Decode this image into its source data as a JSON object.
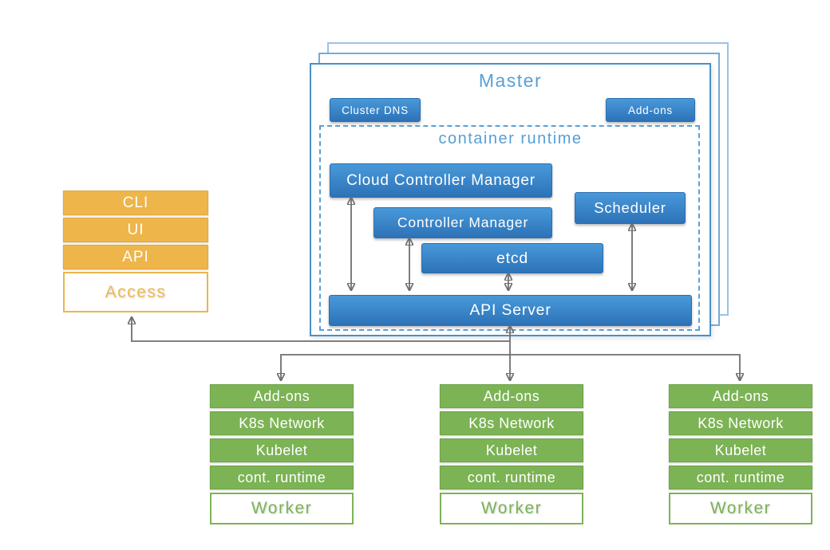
{
  "master": {
    "title": "Master",
    "cluster_dns_label": "Cluster DNS",
    "addons_label": "Add-ons",
    "runtime_title": "container runtime",
    "cloud_controller_manager": "Cloud Controller Manager",
    "controller_manager": "Controller Manager",
    "scheduler": "Scheduler",
    "etcd": "etcd",
    "api_server": "API Server"
  },
  "access_stack": {
    "rows": [
      "CLI",
      "UI",
      "API"
    ],
    "label": "Access"
  },
  "worker_stack": {
    "rows": [
      "Add-ons",
      "K8s Network",
      "Kubelet",
      "cont. runtime"
    ],
    "label": "Worker",
    "count": 3
  },
  "colors": {
    "blue_top": "#4899d9",
    "blue_bottom": "#2d72b8",
    "title_blue": "#569fd6",
    "master_border": "#4a90c8",
    "layer_mid": "#73acd9",
    "layer_back": "#9cc3e4",
    "dashed_border": "#5aa0d8",
    "orange": "#eeb54a",
    "orange_text": "#efba55",
    "green": "#7cb355",
    "green_text": "#7cb355",
    "arrow_gray": "#6f6f6f"
  }
}
